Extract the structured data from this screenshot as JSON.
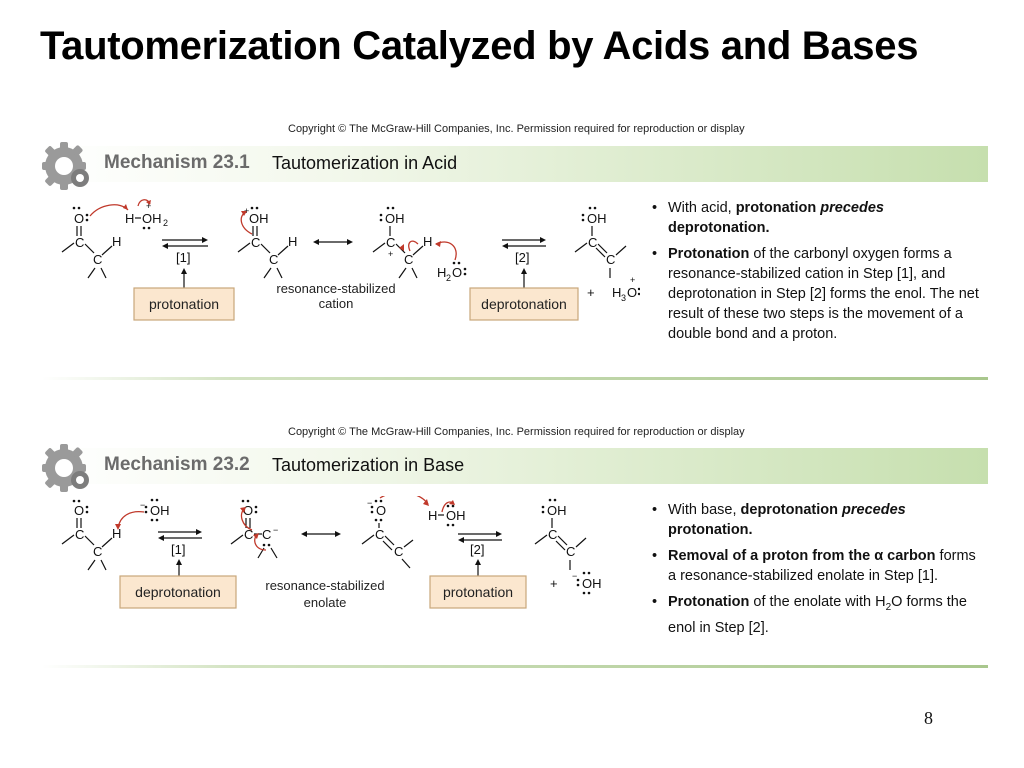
{
  "slide": {
    "title": "Tautomerization Catalyzed by Acids and Bases",
    "page_number": "8"
  },
  "colors": {
    "header_green": "#c6dfae",
    "box_fill": "#fbe7cf",
    "box_border": "#c9a77a",
    "arrow_red": "#c0392b",
    "gear_gray": "#8c8c8c"
  },
  "acid": {
    "copyright": "Copyright © The McGraw-Hill Companies, Inc. Permission required for reproduction or display",
    "mechanism_label": "Mechanism 23.1",
    "mechanism_name": "Tautomerization in Acid",
    "step1": "[1]",
    "step2": "[2]",
    "box1": "protonation",
    "box2": "deprotonation",
    "caption_line1": "resonance-stabilized",
    "caption_line2": "cation",
    "plus": "+",
    "reagent_h": "H",
    "reagent_oh2": "OH",
    "reagent_sub2": "2",
    "h2o_h": "H",
    "h2o_o": "O",
    "h3o_h": "H",
    "h3o_o": "O",
    "h3o_sub3": "3",
    "atoms": {
      "o": "O",
      "oh": "OH",
      "c": "C",
      "h": "H",
      "plus_charge": "+"
    },
    "bullets": {
      "b1_pre": "With acid, ",
      "b1_bold": "protonation ",
      "b1_bolditalic": "precedes",
      "b1_bold2": "deprotonation.",
      "b2_bold": "Protonation",
      "b2_rest": " of the carbonyl oxygen forms a resonance-stabilized cation in Step [1], and deprotonation in Step [2] forms the enol. The net result of these two steps is the movement of a double bond and a proton."
    }
  },
  "base": {
    "copyright": "Copyright © The McGraw-Hill Companies, Inc. Permission required for reproduction or display",
    "mechanism_label": "Mechanism 23.2",
    "mechanism_name": "Tautomerization in Base",
    "step1": "[1]",
    "step2": "[2]",
    "box1": "deprotonation",
    "box2": "protonation",
    "caption_line1": "resonance-stabilized",
    "caption_line2": "enolate",
    "plus": "+",
    "hydroxide": "OH",
    "minus_charge": "−",
    "reagent_h": "H",
    "reagent_oh": "OH",
    "atoms": {
      "o": "O",
      "oh": "OH",
      "c": "C",
      "h": "H"
    },
    "bullets": {
      "b1_pre": "With base, ",
      "b1_bold": "deprotonation ",
      "b1_bolditalic": "precedes",
      "b1_bold2": "protonation.",
      "b2_bold": "Removal of a proton from the α carbon",
      "b2_rest": " forms a resonance-stabilized enolate in Step [1].",
      "b3_bold": "Protonation",
      "b3_rest1": " of the enolate with H",
      "b3_sub": "2",
      "b3_rest2": "O forms the enol in Step [2]."
    }
  }
}
